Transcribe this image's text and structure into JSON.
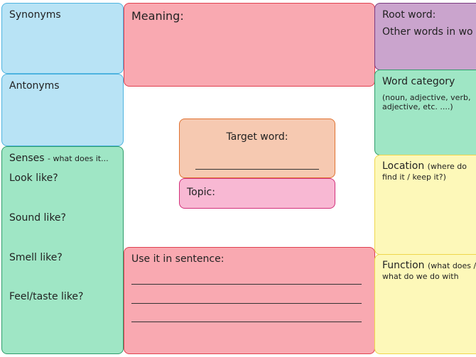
{
  "synonyms": "Synonyms",
  "antonyms": "Antonyms",
  "senses": {
    "title": "Senses",
    "subtitle": "- what does it...",
    "items": [
      "Look like?",
      "Sound like?",
      "Smell like?",
      "Feel/taste like?"
    ]
  },
  "meaning": "Meaning:",
  "target_word": "Target word:",
  "topic": "Topic:",
  "sentence": "Use it in sentence:",
  "root": {
    "title": "Root word:",
    "other": "Other words in wo"
  },
  "category": {
    "title": "Word category",
    "hint": "(noun, adjective, verb, adjective, etc. ....)"
  },
  "location": {
    "title": "Location",
    "hint": "(where do find it / keep it?)"
  },
  "function": {
    "title": "Function",
    "hint": "(what does / what do we do with"
  }
}
